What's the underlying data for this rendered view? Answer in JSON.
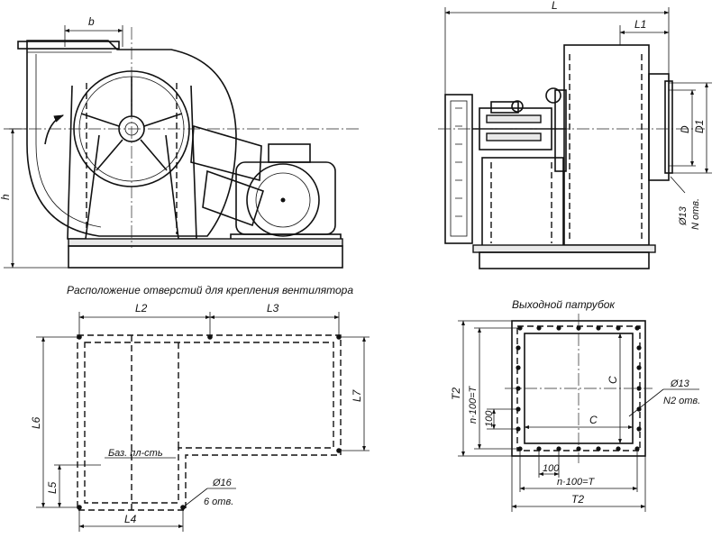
{
  "views": {
    "fan_side": {
      "dim_b": "b",
      "dim_h": "h"
    },
    "fan_front": {
      "dim_L": "L",
      "dim_L1": "L1",
      "dim_D": "D",
      "dim_D1": "D1",
      "hole_dia": "Ø13",
      "hole_count": "N отв."
    },
    "holes_plan": {
      "title": "Расположение отверстий для крепления вентилятора",
      "dim_L2": "L2",
      "dim_L3": "L3",
      "dim_L4": "L4",
      "dim_L5": "L5",
      "dim_L6": "L6",
      "dim_L7": "L7",
      "base_plane": "Баз. пл-сть",
      "hole_dia": "Ø16",
      "hole_count": "6 отв."
    },
    "outlet": {
      "title": "Выходной патрубок",
      "dim_T2_left": "T2",
      "dim_nT_left": "n·100=T",
      "dim_100_left": "100",
      "dim_C_vertical": "C",
      "dim_C_horizontal": "C",
      "hole_dia": "Ø13",
      "hole_count": "N2 отв.",
      "dim_100_bottom": "100",
      "dim_nT_bottom": "n·100=T",
      "dim_T2_bottom": "T2"
    }
  }
}
